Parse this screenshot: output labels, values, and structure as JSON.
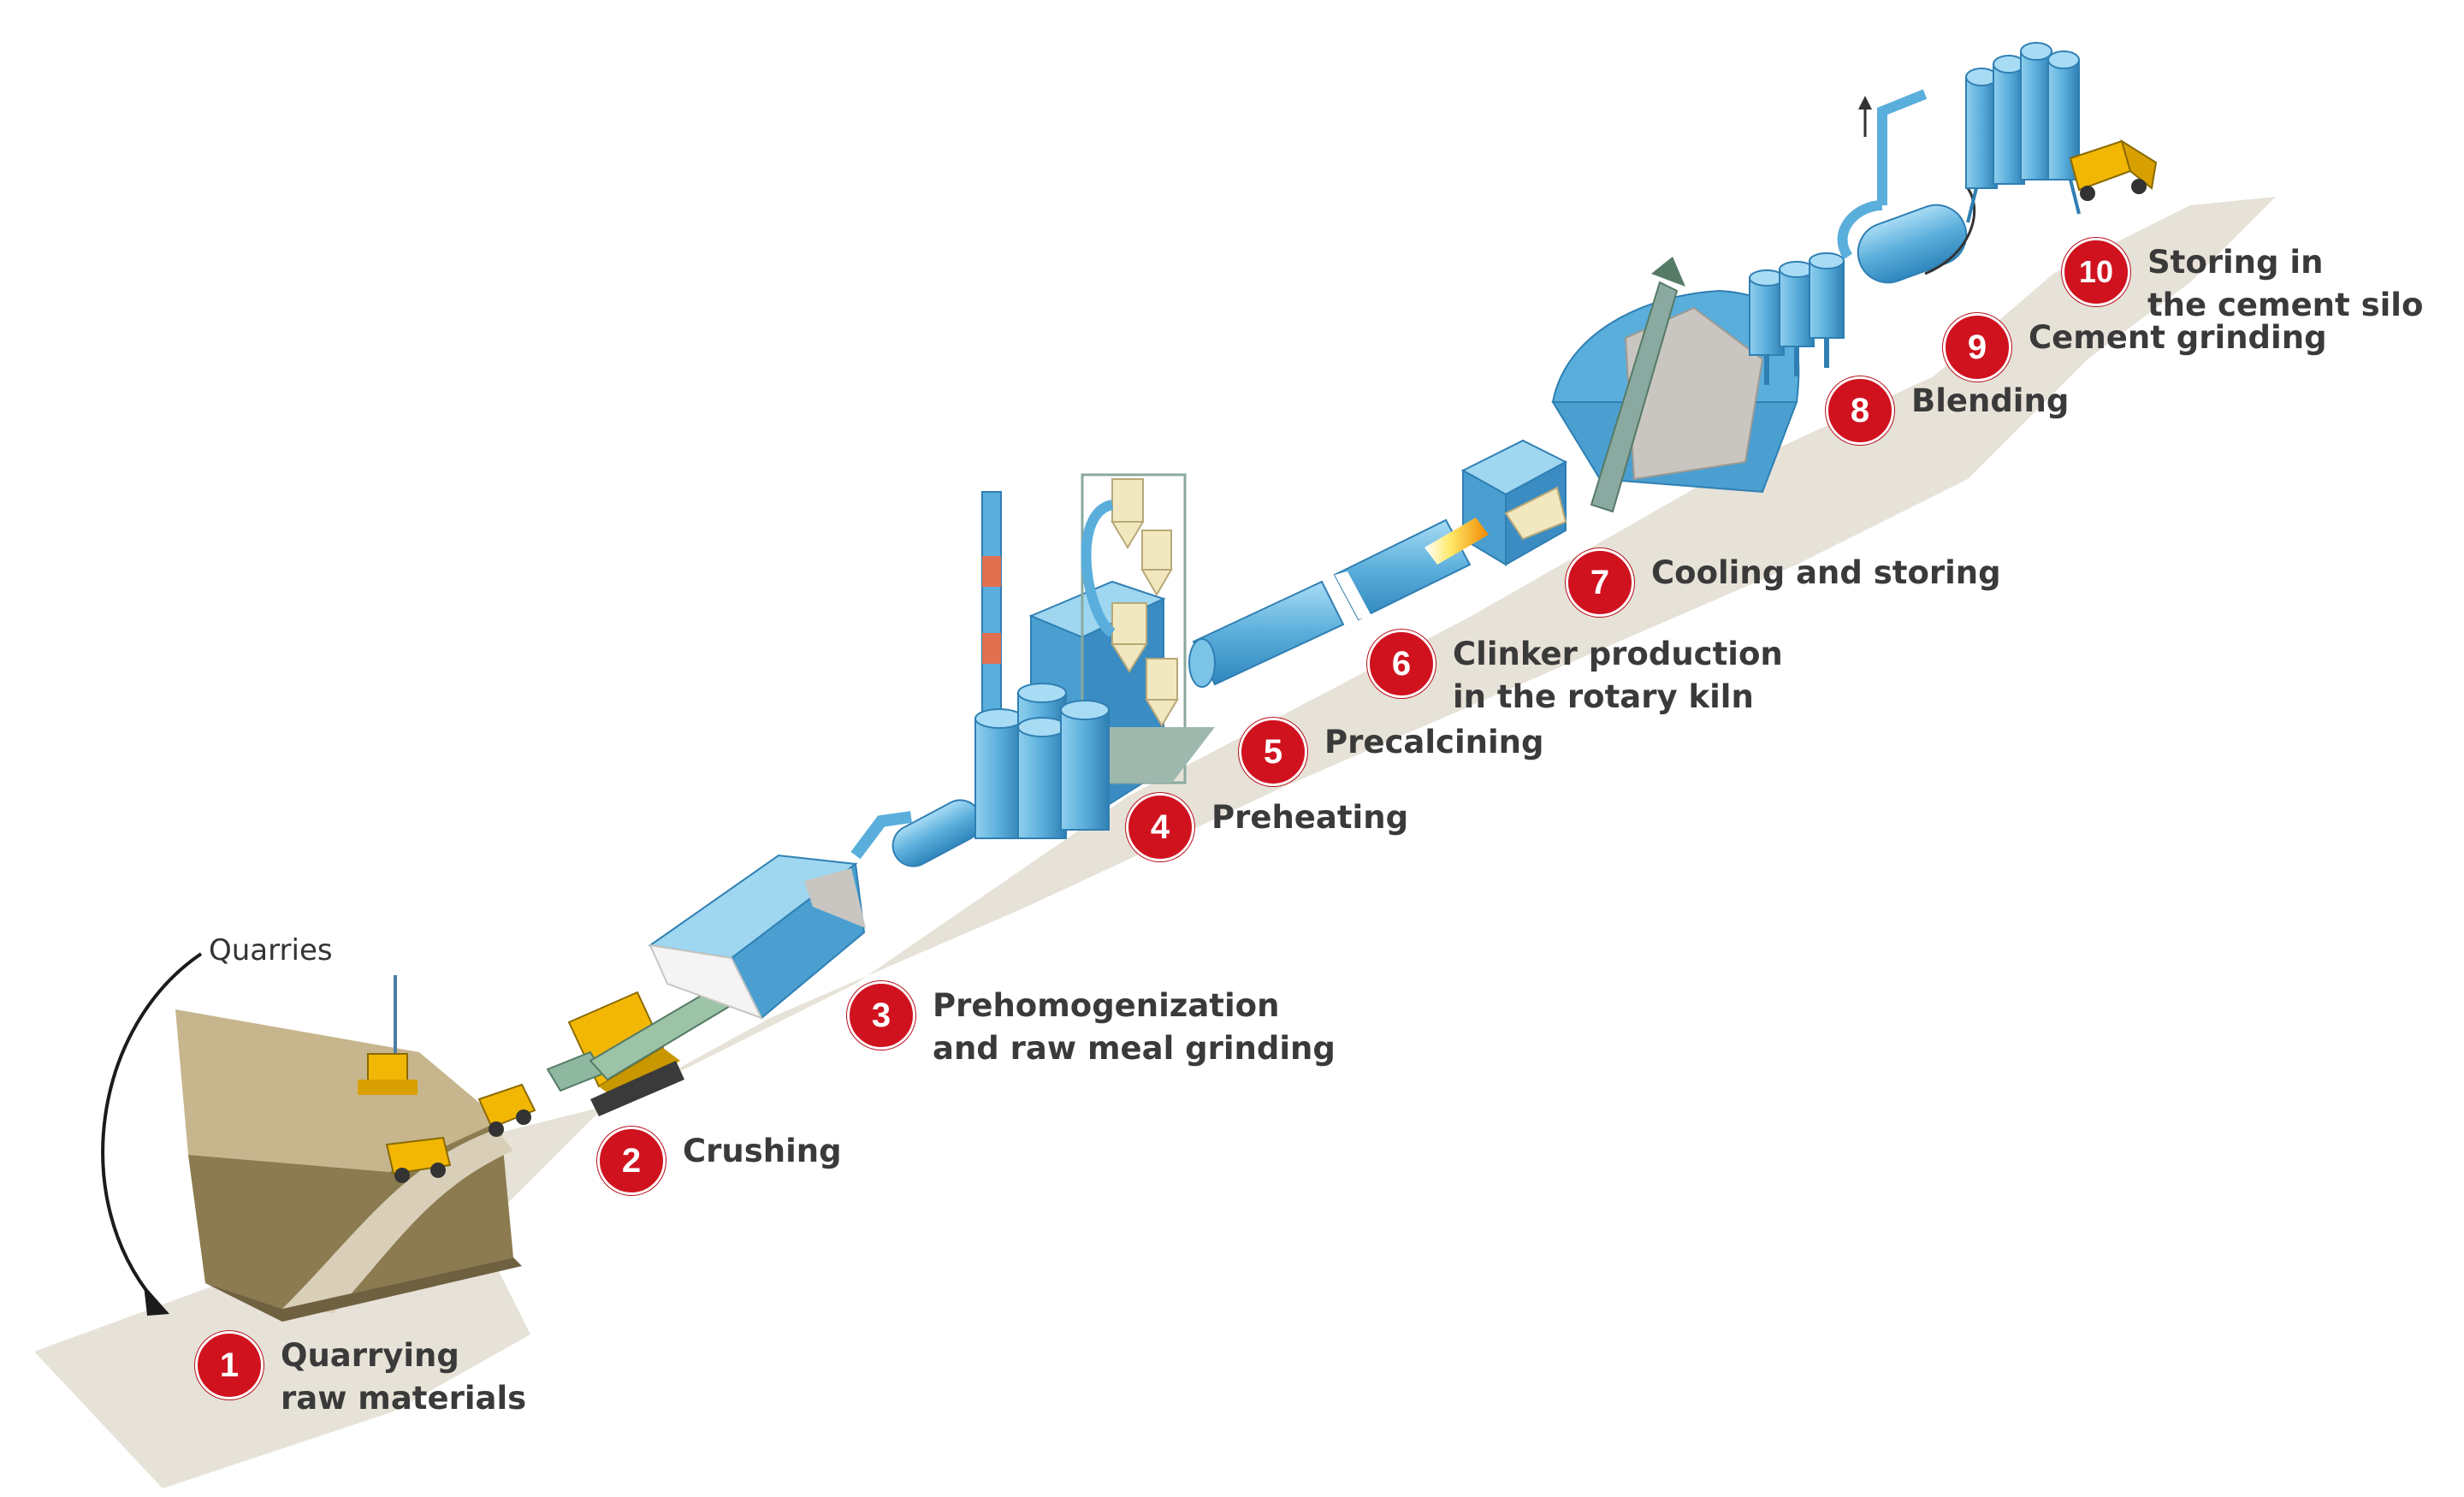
{
  "quarries_label": "Quarries",
  "steps": [
    {
      "number": "1",
      "lines": [
        "Quarrying",
        "raw materials"
      ]
    },
    {
      "number": "2",
      "lines": [
        "Crushing"
      ]
    },
    {
      "number": "3",
      "lines": [
        "Prehomogenization",
        "and raw meal grinding"
      ]
    },
    {
      "number": "4",
      "lines": [
        "Preheating"
      ]
    },
    {
      "number": "5",
      "lines": [
        "Precalcining"
      ]
    },
    {
      "number": "6",
      "lines": [
        "Clinker production",
        "in the rotary kiln"
      ]
    },
    {
      "number": "7",
      "lines": [
        "Cooling and storing"
      ]
    },
    {
      "number": "8",
      "lines": [
        "Blending"
      ]
    },
    {
      "number": "9",
      "lines": [
        "Cement grinding"
      ]
    },
    {
      "number": "10",
      "lines": [
        "Storing in",
        "the cement silo"
      ]
    }
  ],
  "colors": {
    "step_badge": "#d0121f",
    "equipment_blue": "#5aaedb",
    "ground": "#e6e2d8",
    "quarry_earth": "#b8a57e",
    "machinery_yellow": "#f2b705"
  }
}
